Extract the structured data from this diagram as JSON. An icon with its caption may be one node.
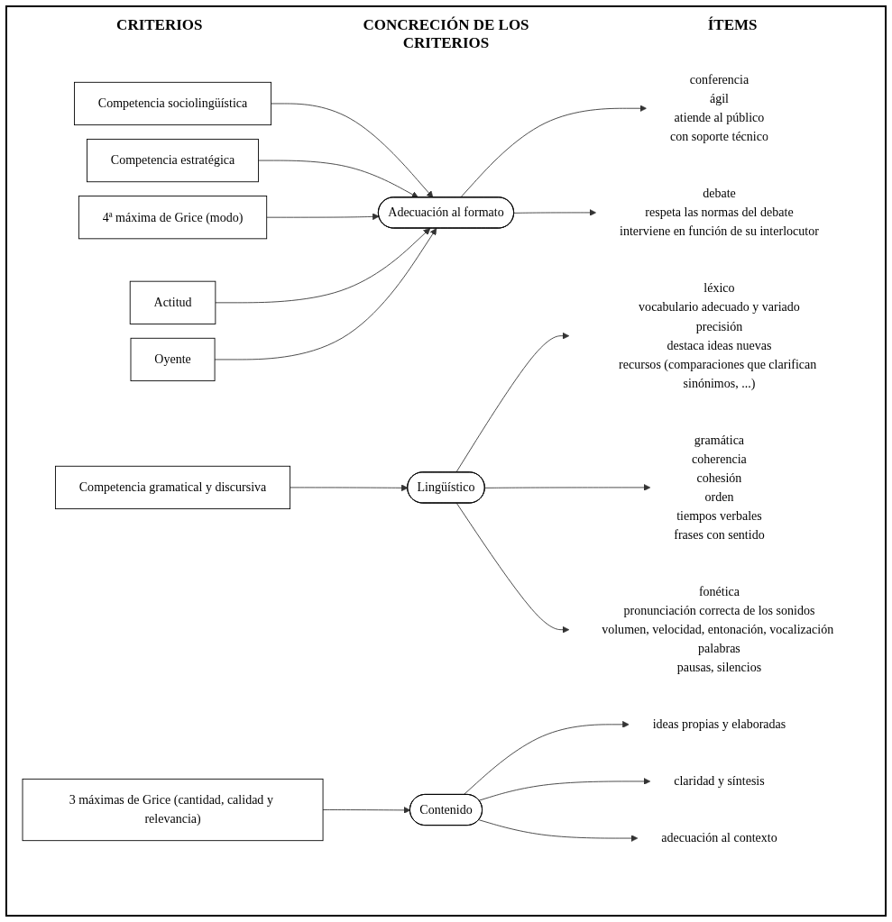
{
  "diagram": {
    "nodes": [
      {
        "text": [
          "Competencia sociolingüística"
        ]
      },
      {
        "text": [
          "Competencia estratégica"
        ]
      },
      {
        "text": [
          "Competencia gramatical y discursiva"
        ]
      },
      {
        "text": [
          "3 máximas de Grice (cantidad, calidad y relevancia)"
        ]
      },
      {
        "text": [
          "4ª máxima de Grice (modo)"
        ]
      },
      {
        "text": [
          "Actitud"
        ]
      },
      {
        "text": [
          "Oyente"
        ]
      },
      {
        "text": [
          "Adecuación al formato"
        ]
      },
      {
        "text": [
          "Contenido"
        ]
      },
      {
        "text": [
          "Lingüístico"
        ]
      },
      {
        "text": [
          "conferencia",
          "ágil",
          "atiende al público",
          "con soporte técnico"
        ]
      },
      {
        "text": [
          "debate",
          "respeta las normas del debate",
          "interviene en función de su interlocutor"
        ]
      },
      {
        "text": [
          "ideas propias y elaboradas"
        ]
      },
      {
        "text": [
          "claridad y síntesis"
        ]
      },
      {
        "text": [
          "adecuación al contexto"
        ]
      },
      {
        "text": [
          "léxico",
          "vocabulario adecuado y variado",
          "precisión",
          "destaca ideas nuevas",
          "recursos (comparaciones que clarifican sinónimos, ...)"
        ]
      },
      {
        "text": [
          "gramática",
          "coherencia",
          "cohesión",
          "orden",
          "tiempos verbales",
          "frases con sentido"
        ]
      },
      {
        "text": [
          "fonética",
          "pronunciación correcta de los sonidos",
          "volumen, velocidad, entonación, vocalización palabras",
          "pausas, silencios"
        ]
      }
    ],
    "edges": [
      {
        "from": 0,
        "to": 7,
        "arrow": "to"
      },
      {
        "from": 1,
        "to": 7,
        "arrow": "to"
      },
      {
        "from": 2,
        "to": 9,
        "arrow": "to"
      },
      {
        "from": 3,
        "to": 8,
        "arrow": "to"
      },
      {
        "from": 4,
        "to": 7,
        "arrow": "to"
      },
      {
        "from": 5,
        "to": 7,
        "arrow": "to"
      },
      {
        "from": 6,
        "to": 7,
        "arrow": "to"
      },
      {
        "from": 7,
        "to": 10,
        "arrow": "to"
      },
      {
        "from": 7,
        "to": 11,
        "arrow": "to"
      },
      {
        "from": 8,
        "to": 12,
        "arrow": "to"
      },
      {
        "from": 8,
        "to": 13,
        "arrow": "to"
      },
      {
        "from": 8,
        "to": 14,
        "arrow": "to"
      },
      {
        "from": 9,
        "to": 15,
        "arrow": "to"
      },
      {
        "from": 9,
        "to": 16,
        "arrow": "to"
      },
      {
        "from": 9,
        "to": 17,
        "arrow": "to"
      }
    ],
    "labels": [
      "CRITERIOS",
      "CONCRECIÓN DE LOS CRITERIOS",
      "ÍTEMS"
    ]
  }
}
